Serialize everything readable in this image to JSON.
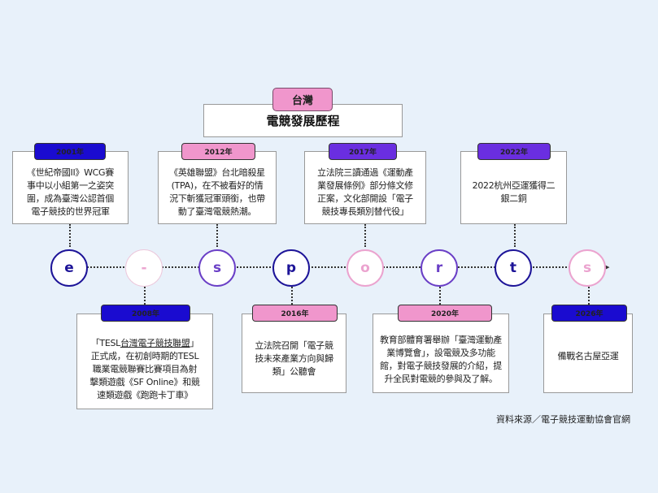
{
  "header": {
    "region_tag": "台灣",
    "title": "電競發展歷程"
  },
  "letters": [
    "e",
    "-",
    "s",
    "p",
    "o",
    "r",
    "t",
    "s"
  ],
  "events_top": [
    {
      "year": "2001年",
      "text": "《世紀帝國II》WCG賽\n事中以小組第一之姿突\n圍，成為臺灣公認首個\n電子競技的世界冠軍",
      "tag_color": "#1a0bd0"
    },
    {
      "year": "2012年",
      "text": "《英雄聯盟》台北暗殺星\n(TPA)，在不被看好的情\n況下斬獲冠軍頭銜，也帶\n動了臺灣電競熱潮。",
      "tag_color": "#f096cc"
    },
    {
      "year": "2017年",
      "text": "立法院三讀通過《運動產\n業發展條例》部分條文修\n正案，文化部開設「電子\n競技專長類別替代役」",
      "tag_color": "#6a2ee0"
    },
    {
      "year": "2022年",
      "text": "2022杭州亞運獲得二\n銀二銅",
      "tag_color": "#6a2ee0"
    }
  ],
  "events_bottom": [
    {
      "year": "2008年",
      "text_prefix": "「TESL",
      "text_link": "台灣電子競技聯盟",
      "text_suffix": "」\n正式成，在初創時期的TESL\n職業電競聯賽比賽項目為射\n擊類遊戲《SF Online》和競\n速類遊戲《跑跑卡丁車》",
      "tag_color": "#1a0bd0"
    },
    {
      "year": "2016年",
      "text": "立法院召開「電子競\n技未來產業方向與歸\n類」公聽會",
      "tag_color": "#f096cc"
    },
    {
      "year": "2020年",
      "text": "教育部體育署舉辦「臺灣運動產\n業博覽會」，設電競及多功能\n館，對電子競技發展的介紹，提\n升全民對電競的參與及了解。",
      "tag_color": "#f096cc"
    },
    {
      "year": "2026年",
      "text": "備戰名古屋亞運",
      "tag_color": "#1a0bd0"
    }
  ],
  "source": "資料來源／電子競技運動協會官網"
}
